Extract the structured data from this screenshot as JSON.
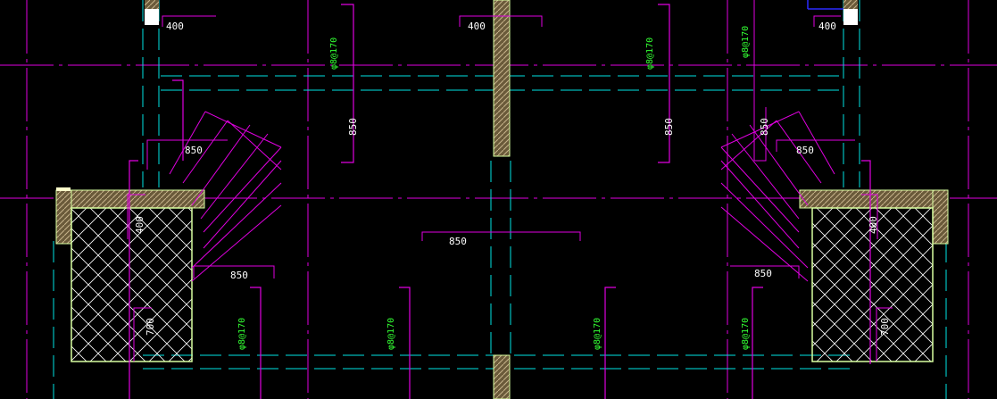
{
  "drawing": {
    "colors": {
      "background": "#000000",
      "grid_line": "#e000e0",
      "beam_line": "#00e5e5",
      "dim_white": "#ffffff",
      "rebar_text": "#33ff33",
      "column_fill": "#c8b48c",
      "hatch": "#ffffff",
      "outline": "#d8ffa0",
      "blue": "#2a2aff"
    },
    "dims": {
      "top_left_400": "400",
      "top_mid_400": "400",
      "top_right_400": "400",
      "left_850": "850",
      "right_850": "850",
      "center_850": "850",
      "left_lower_850": "850",
      "right_lower_850": "850",
      "v_850_left": "850",
      "v_850_midright": "850",
      "v_850_right": "850",
      "v_400_left": "400",
      "v_400_right": "400",
      "v_700_left": "700",
      "v_700_right": "700"
    },
    "rebar": {
      "top_left": "φ8@170",
      "top_midright": "φ8@170",
      "top_right": "φ8@170",
      "bottom_1": "φ8@170",
      "bottom_2": "φ8@170",
      "bottom_3": "φ8@170",
      "bottom_4": "φ8@170"
    }
  }
}
